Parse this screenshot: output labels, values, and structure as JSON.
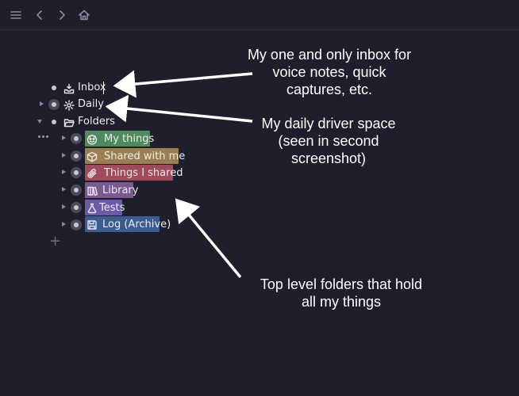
{
  "colors": {
    "background": "#1e1e2c",
    "my_things": "#4f8a5b",
    "shared_with_me": "#9a8050",
    "things_i_shared": "#a04a5c",
    "library": "#7a5a8e",
    "tests": "#6a5aa8",
    "log_archive": "#3a5c90"
  },
  "toolbar": {
    "menu_icon": "hamburger-icon",
    "back_icon": "chevron-left-icon",
    "forward_icon": "chevron-right-icon",
    "home_icon": "home-icon"
  },
  "tree": {
    "inbox": {
      "label": "Inbox",
      "icon": "inbox-tray-icon"
    },
    "daily": {
      "label": "Daily",
      "icon": "gear-icon"
    },
    "folders": {
      "label": "Folders",
      "icon": "folder-open-icon",
      "children": [
        {
          "label": "My things",
          "icon": "smiley-face-icon"
        },
        {
          "label": "Shared with me",
          "icon": "box-icon"
        },
        {
          "label": "Things I shared",
          "icon": "paperclip-icon"
        },
        {
          "label": "Library",
          "icon": "books-icon"
        },
        {
          "label": "Tests",
          "icon": "flask-icon"
        },
        {
          "label": "Log (Archive)",
          "icon": "floppy-disk-icon"
        }
      ]
    },
    "add_icon": "plus-icon",
    "more_icon": "ellipsis-icon"
  },
  "annotations": {
    "inbox": [
      "My one and only inbox for",
      "voice notes, quick",
      "captures, etc."
    ],
    "daily": [
      "My daily driver space",
      "(seen in second",
      "screenshot)"
    ],
    "folders": [
      "Top level folders that hold",
      "all my things"
    ]
  }
}
